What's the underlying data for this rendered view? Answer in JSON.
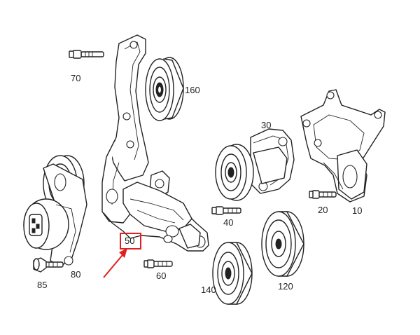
{
  "callouts": [
    {
      "id": "p10",
      "text": "10"
    },
    {
      "id": "p20",
      "text": "20"
    },
    {
      "id": "p30",
      "text": "30"
    },
    {
      "id": "p40",
      "text": "40"
    },
    {
      "id": "p50",
      "text": "50"
    },
    {
      "id": "p60",
      "text": "60"
    },
    {
      "id": "p70",
      "text": "70"
    },
    {
      "id": "p80",
      "text": "80"
    },
    {
      "id": "p85",
      "text": "85"
    },
    {
      "id": "p120",
      "text": "120"
    },
    {
      "id": "p140",
      "text": "140"
    },
    {
      "id": "p160",
      "text": "160"
    }
  ],
  "highlight": {
    "callout": "50",
    "color": "#e02020"
  },
  "parts": [
    "mounting-bracket",
    "bolt",
    "idler-pulley",
    "belt-tensioner",
    "tensioner-bracket",
    "bracket-arm",
    "grooved-idler-pulley"
  ]
}
